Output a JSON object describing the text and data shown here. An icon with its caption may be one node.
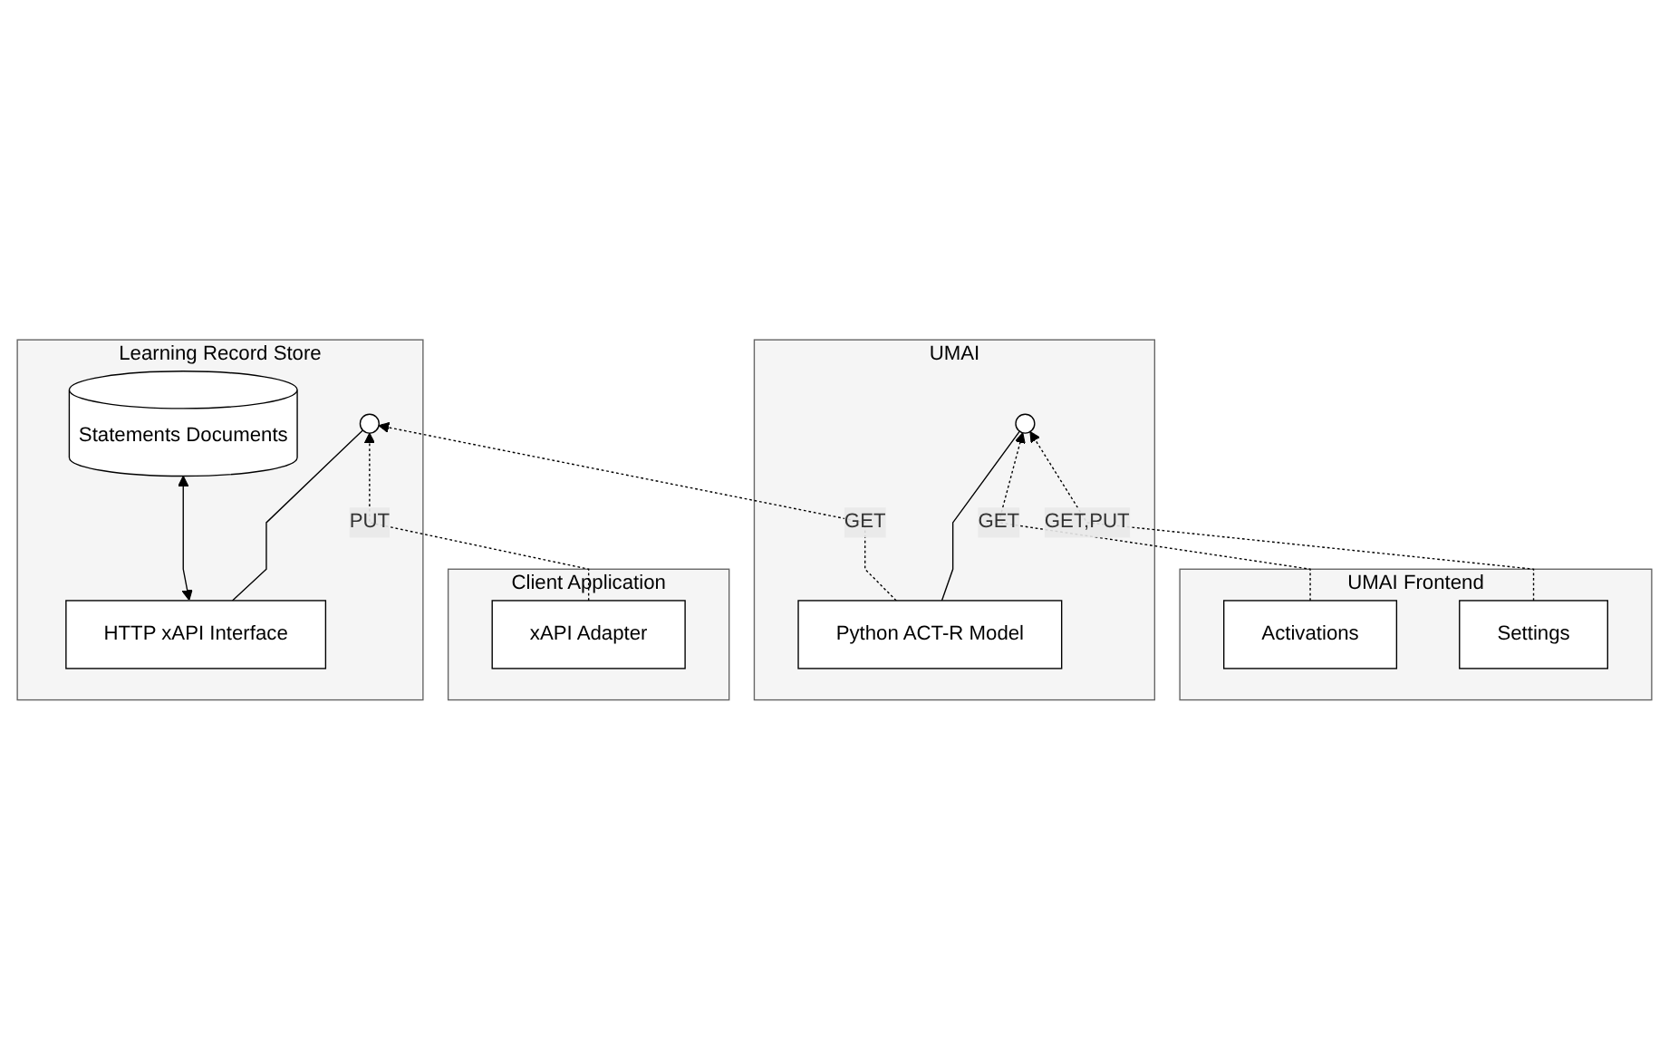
{
  "diagram": {
    "nodes": [
      {
        "text": [
          "UMAI"
        ]
      },
      {
        "text": [
          "Python ACT-R Model"
        ],
        "in": 0
      },
      {
        "text": [],
        "shape": "circle",
        "in": 0
      },
      {
        "text": [
          "Learning Record Store"
        ]
      },
      {
        "text": [
          "HTTP xAPI Interface"
        ],
        "in": 3
      },
      {
        "text": [
          "Statements Documents"
        ],
        "in": 3
      },
      {
        "text": [],
        "shape": "circle",
        "in": 3
      },
      {
        "text": [
          "UMAI Frontend"
        ]
      },
      {
        "text": [
          "Activations"
        ],
        "in": 7
      },
      {
        "text": [
          "Settings"
        ],
        "in": 7
      },
      {
        "text": [
          "Client Application"
        ]
      },
      {
        "text": [
          "xAPI Adapter"
        ],
        "in": 10
      }
    ],
    "edges": [
      {
        "from": 1,
        "to": 2,
        "arrow": "none"
      },
      {
        "from": 4,
        "to": 5,
        "arrow": "both"
      },
      {
        "from": 4,
        "to": 6,
        "arrow": "none"
      },
      {
        "from": 1,
        "to": 6,
        "arrow": "to",
        "label": "GET",
        "style": "dashed"
      },
      {
        "from": 8,
        "to": 2,
        "arrow": "to",
        "label": "GET",
        "style": "dashed"
      },
      {
        "from": 9,
        "to": 2,
        "arrow": "to",
        "label": "GET,PUT",
        "style": "dashed"
      },
      {
        "from": 11,
        "to": 6,
        "arrow": "to",
        "label": "PUT",
        "style": "dashed"
      }
    ]
  }
}
